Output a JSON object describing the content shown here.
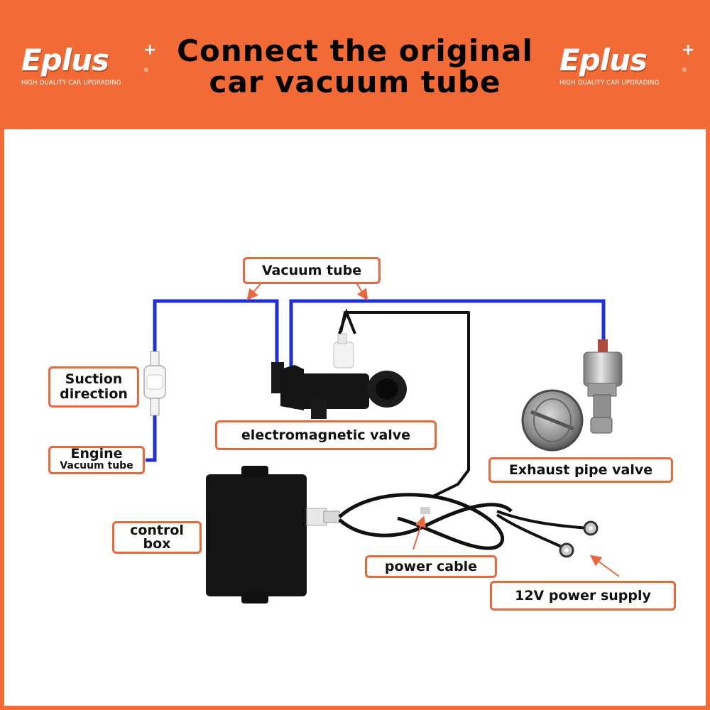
{
  "header": {
    "title_line1": "Connect the original",
    "title_line2": "car vacuum tube",
    "logo_left": {
      "word": "Eplus",
      "plus": "+",
      "reg": "®",
      "tagline": "HIGH QUALITY CAR UPGRADING"
    },
    "logo_right": {
      "word": "Eplus",
      "plus": "+",
      "reg": "®",
      "tagline": "HIGH QUALITY CAR UPGRADING"
    }
  },
  "labels": {
    "vacuum_tube": "Vacuum tube",
    "suction_line1": "Suction",
    "suction_line2": "direction",
    "engine_line1": "Engine",
    "engine_line2": "Vacuum tube",
    "electromagnetic_valve": "electromagnetic valve",
    "exhaust_pipe_valve": "Exhaust pipe valve",
    "control_line1": "control",
    "control_line2": "box",
    "power_cable": "power cable",
    "power_supply": "12V power supply"
  },
  "colors": {
    "header_orange": "#f26a36",
    "callout_border": "#e8673c",
    "vacuum_tube_blue": "#1e2fd6",
    "cable_black": "#111111",
    "arrow_orange": "#e8673c"
  }
}
